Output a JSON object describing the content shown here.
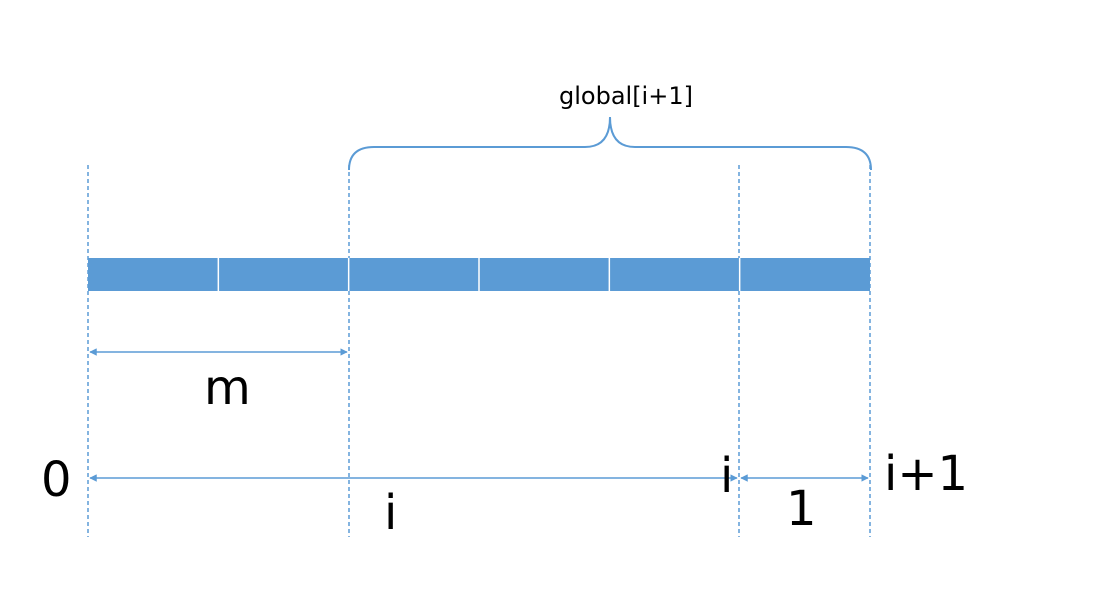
{
  "diagram": {
    "brace_label": "global[i+1]",
    "labels": {
      "m": "m",
      "zero": "0",
      "i_bottom": "i",
      "i_marker": "i",
      "one": "1",
      "i_plus_1": "i+1"
    },
    "bar": {
      "segments": 6
    },
    "colors": {
      "bar_fill": "#5b9bd5",
      "bar_divider": "#ffffff",
      "line": "#5b9bd5",
      "text": "#000000"
    }
  }
}
